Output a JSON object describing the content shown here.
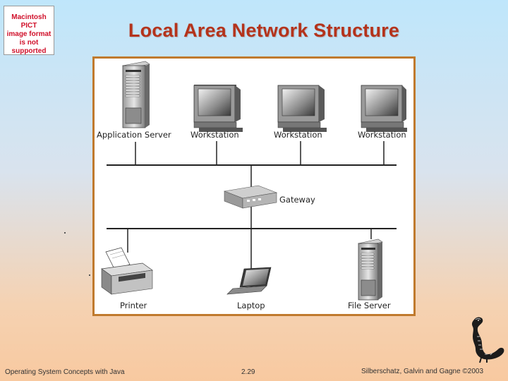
{
  "placeholder": {
    "lines": [
      "Macintosh PICT",
      "image format",
      "is not supported"
    ],
    "color": "#d0102a"
  },
  "slide": {
    "title": "Local Area Network Structure",
    "title_color": "#b4331b",
    "frame_color": "#c07a2e"
  },
  "diagram": {
    "labels": {
      "application_server": "Application Server",
      "workstation_1": "Workstation",
      "workstation_2": "Workstation",
      "workstation_3": "Workstation",
      "gateway": "Gateway",
      "printer": "Printer",
      "laptop": "Laptop",
      "file_server": "File Server"
    }
  },
  "footer": {
    "left": "Operating System Concepts with Java",
    "center": "2.29",
    "right": "Silberschatz, Galvin and Gagne ©2003"
  }
}
